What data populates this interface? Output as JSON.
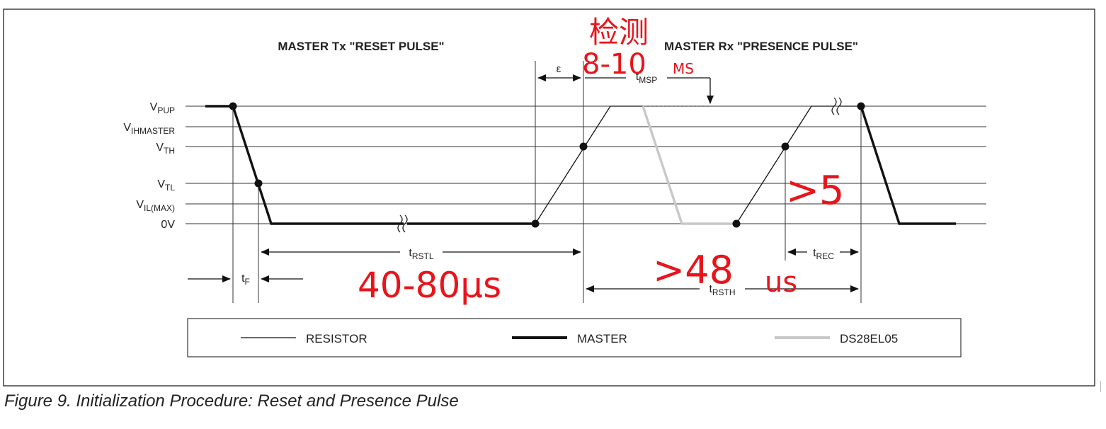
{
  "figure": {
    "title_left": "MASTER Tx \"RESET PULSE\"",
    "title_right": "MASTER Rx \"PRESENCE PULSE\"",
    "caption": "Figure 9. Initialization Procedure: Reset and Presence Pulse"
  },
  "levels": [
    {
      "main": "V",
      "sub": "PUP"
    },
    {
      "main": "V",
      "sub": "IHMASTER"
    },
    {
      "main": "V",
      "sub": "TH"
    },
    {
      "main": "V",
      "sub": "TL"
    },
    {
      "main": "V",
      "sub": "IL(MAX)"
    },
    {
      "main": "0V",
      "sub": ""
    }
  ],
  "timings": {
    "epsilon": "ε",
    "t_msp": {
      "main": "t",
      "sub": "MSP"
    },
    "t_rstl": {
      "main": "t",
      "sub": "RSTL"
    },
    "t_f": {
      "main": "t",
      "sub": "F"
    },
    "t_rsth": {
      "main": "t",
      "sub": "RSTH"
    },
    "t_rec": {
      "main": "t",
      "sub": "REC"
    }
  },
  "legend": [
    {
      "label": "RESISTOR",
      "color": "#111111"
    },
    {
      "label": "MASTER",
      "color": "#111111"
    },
    {
      "label": "DS28EL05",
      "color": "#c8c8c8"
    }
  ],
  "annotations": {
    "color": "#e8141b",
    "top": "检测",
    "top_range": "8-10",
    "top_unit": "MS",
    "rec": ">5",
    "rstl": "40-80μs",
    "rsth": ">48",
    "rsth_unit": "us"
  }
}
